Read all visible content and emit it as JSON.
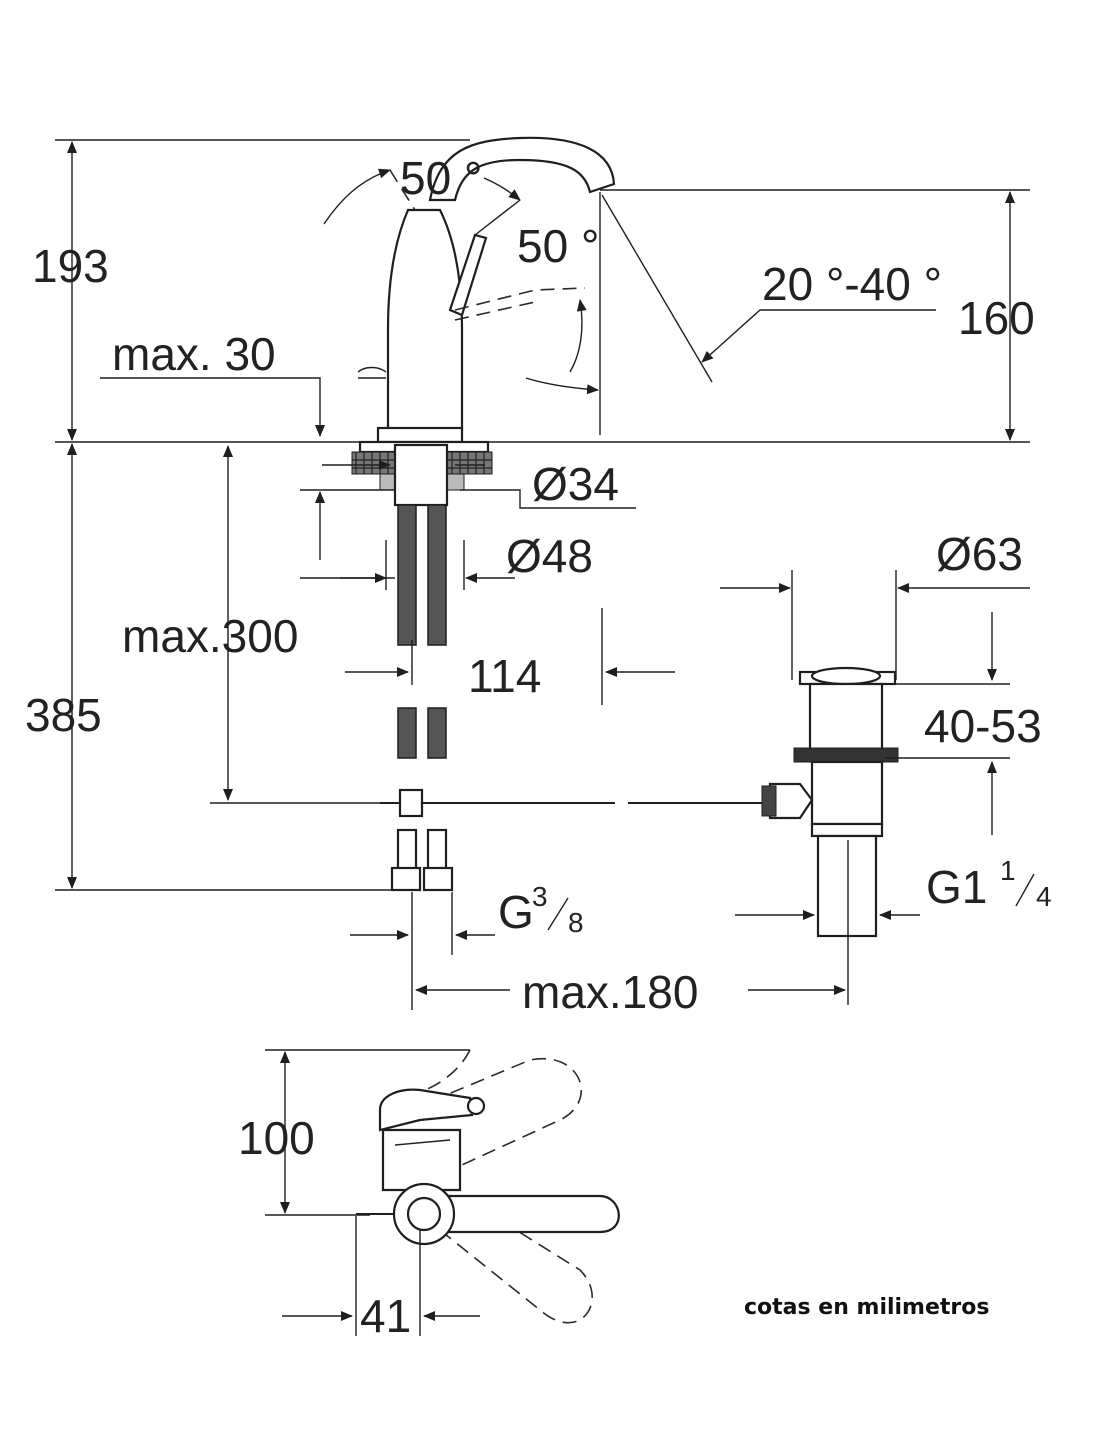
{
  "dimensions": {
    "overall_height": "193",
    "angle_top": "50 °",
    "angle_lever": "50 °",
    "spout_angle": "20 °-40 °",
    "spout_height": "160",
    "max_thickness": "max. 30",
    "hole_diameter": "Ø34",
    "base_diameter": "Ø48",
    "max_hose": "max.300",
    "below_height": "385",
    "spacing": "114",
    "waste_diameter": "Ø63",
    "waste_range": "40-53",
    "connector_thread_main": "G",
    "connector_thread_sup": "3",
    "connector_thread_sub": "8",
    "waste_thread_main": "G1",
    "waste_thread_sup": "1",
    "waste_thread_sub": "4",
    "max_180": "max.180",
    "top_view_height": "100",
    "top_view_width": "41"
  },
  "note": "cotas en milimetros"
}
